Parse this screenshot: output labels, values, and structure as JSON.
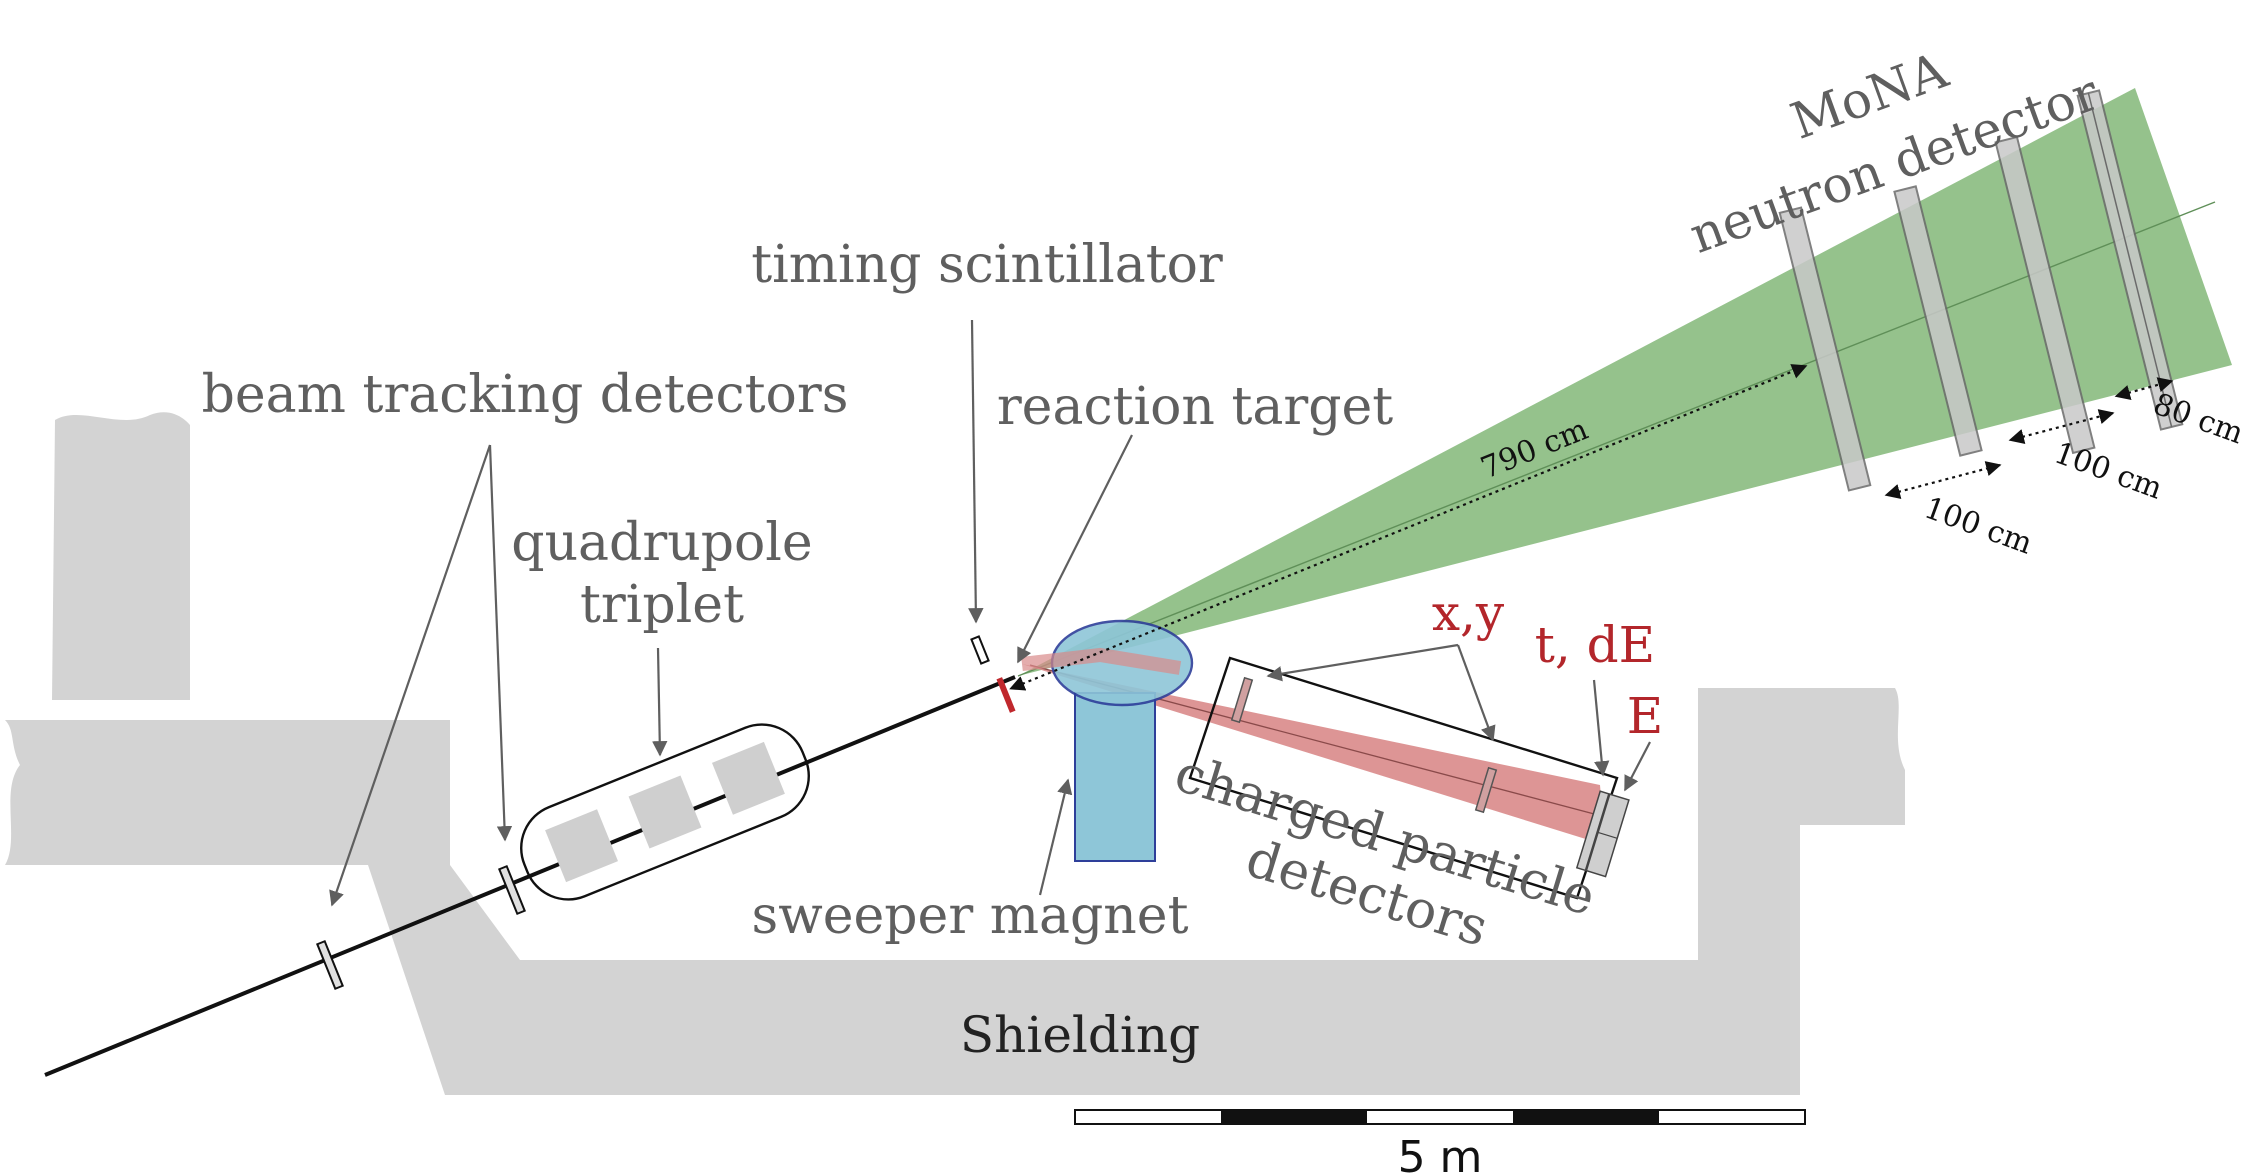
{
  "colors": {
    "shielding": "#d3d3d3",
    "neutron_cone": "#8fbf86",
    "fragment_fan": "#d98a8a",
    "sweeper_magnet": "#8ec6d8",
    "sweeper_outline": "#2e3f9a",
    "target_marker": "#c0282d",
    "label_gray": "#5f5f5f",
    "label_red": "#b3262b"
  },
  "labels": {
    "mona": "MoNA",
    "neutron_detector": "neutron detector",
    "timing_scintillator": "timing scintillator",
    "beam_tracking_detectors": "beam tracking detectors",
    "reaction_target": "reaction target",
    "quadrupole": "quadrupole",
    "triplet": "triplet",
    "xy": "x,y",
    "t_de": "t, dE",
    "e": "E",
    "charged": "charged particle",
    "detectors": "detectors",
    "sweeper_magnet": "sweeper magnet",
    "shielding": "Shielding"
  },
  "dimensions": {
    "target_to_mona": "790 cm",
    "wall1_to_wall2": "100 cm",
    "wall2_to_wall3": "100 cm",
    "wall3_to_wall4": "80 cm"
  },
  "scale_bar": {
    "label": "5 m"
  }
}
